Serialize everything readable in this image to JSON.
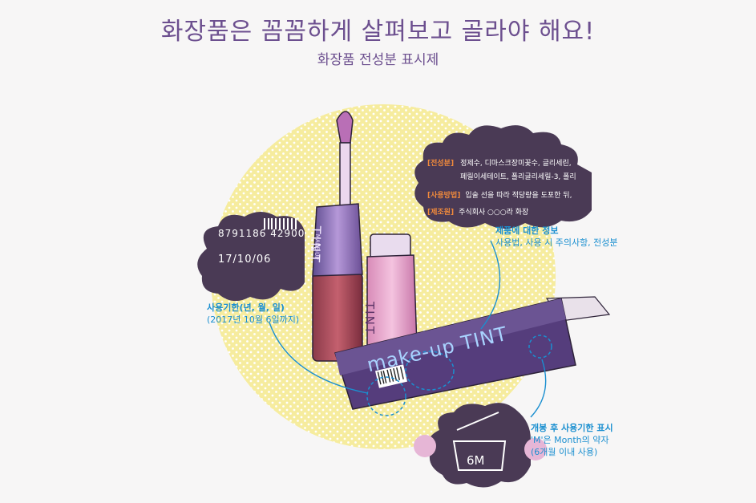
{
  "header": {
    "title": "화장품은 꼼꼼하게 살펴보고 골라야 해요!",
    "subtitle": "화장품 전성분 표시제"
  },
  "ingredient_cloud": {
    "ingredients_tag": "[전성분]",
    "ingredients_line1": "정제수, 디마스크장미꽃수, 글리세린,",
    "ingredients_line2": "페릴이세테이트, 폴리글리세릴-3, 폴리",
    "usage_tag": "[사용방법]",
    "usage_text": "입술 선을 따라 적당량을 도포한 뒤,",
    "maker_tag": "[제조원]",
    "maker_text": "주식회사 ○○○라 화장"
  },
  "barcode_cloud": {
    "barcode_number": "8791186 42900",
    "expiry_date": "17/10/06"
  },
  "callouts": {
    "product_info": {
      "title": "제품에 대한 정보",
      "detail": "사용법, 사용 시 주의사항, 전성분"
    },
    "expiry": {
      "title": "사용기한(년, 월, 일)",
      "detail": "(2017년 10월 6일까지)"
    },
    "pao": {
      "title": "개봉 후 사용기한 표시",
      "line2": "'M'은 Month의 약자",
      "line3": "(6개월 이내 사용)",
      "symbol_label": "6M"
    }
  },
  "product": {
    "tube_label": "TINT",
    "tube_sublabel": "MAKE-UP",
    "box_label": "make-up TINT"
  },
  "colors": {
    "title": "#6c4f8f",
    "callout_blue": "#1a8fd0",
    "circle_yellow": "#f6ec9e",
    "cloud_purple": "#4a3a55"
  }
}
